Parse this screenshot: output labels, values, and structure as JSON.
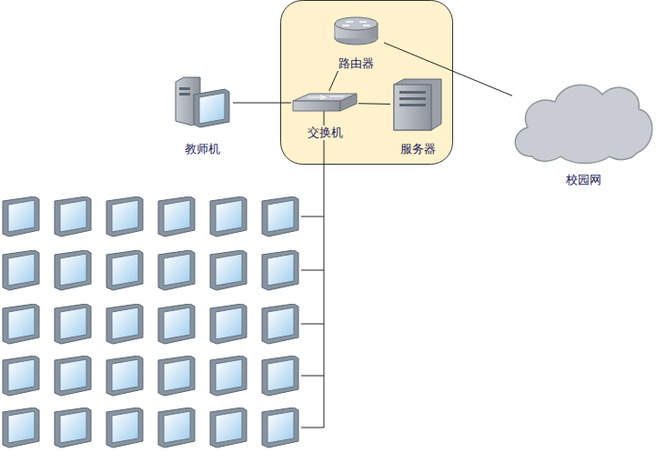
{
  "diagram": {
    "nodes": [
      {
        "text": [
          "路由器"
        ]
      },
      {
        "text": [
          "交换机"
        ]
      },
      {
        "text": [
          "教师机"
        ]
      },
      {
        "text": [
          "服务器"
        ]
      },
      {
        "text": [
          "校园网"
        ]
      }
    ],
    "edges": [
      {
        "from": 0,
        "to": 1,
        "arrow": "none"
      },
      {
        "from": 0,
        "to": 4,
        "arrow": "none"
      },
      {
        "from": 2,
        "to": 1,
        "arrow": "none"
      },
      {
        "from": 1,
        "to": 3,
        "arrow": "none"
      }
    ]
  }
}
